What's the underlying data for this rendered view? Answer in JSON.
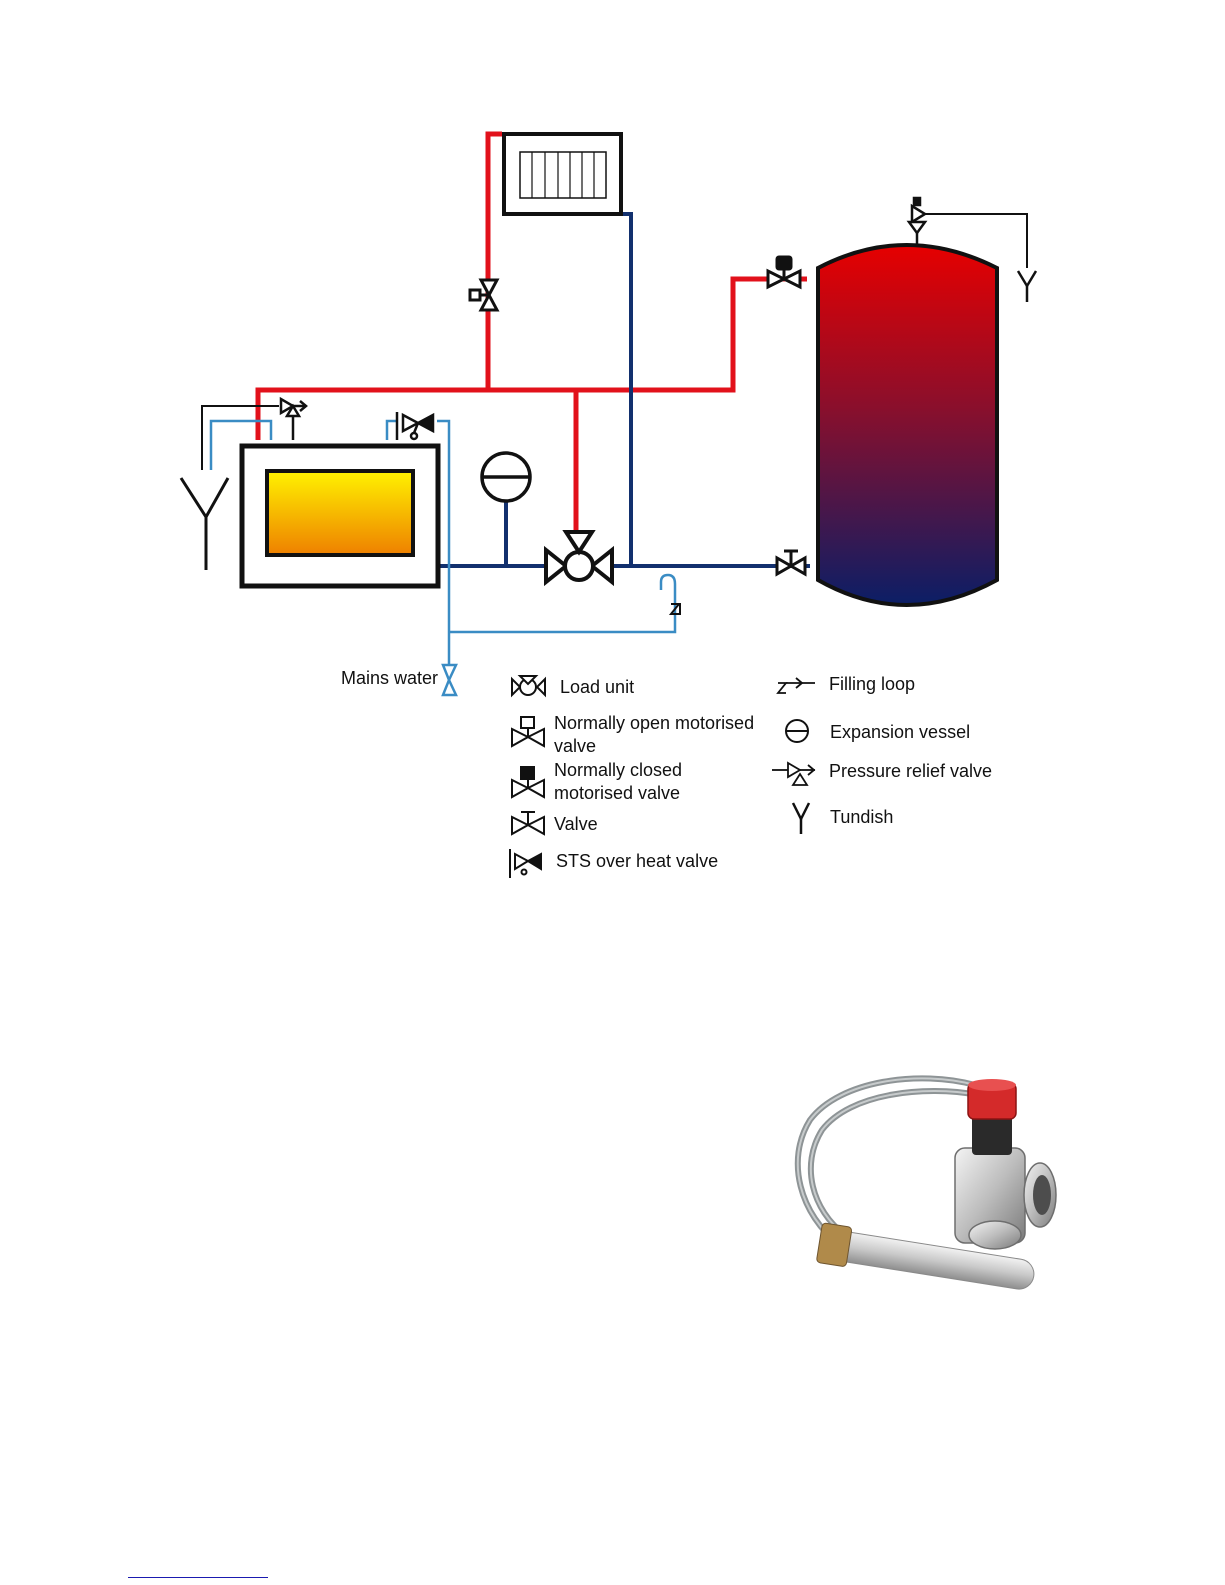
{
  "diagram": {
    "mains_water_label": "Mains water",
    "colors": {
      "flow": "#e2111b",
      "return": "#12306e",
      "cold": "#3a8cc4",
      "control": "#111111",
      "tank_top": "#e60000",
      "tank_bottom": "#0b1e66",
      "boiler_top": "#fff200",
      "boiler_bottom": "#ee8000"
    }
  },
  "legend": {
    "load_unit": "Load unit",
    "normally_open_line1": "Normally open motorised",
    "normally_open_line2": "valve",
    "normally_closed_line1": "Normally closed",
    "normally_closed_line2": "motorised valve",
    "valve": "Valve",
    "sts": "STS over heat valve",
    "filling_loop": "Filling loop",
    "expansion_vessel": "Expansion vessel",
    "pressure_relief": "Pressure relief valve",
    "tundish": "Tundish"
  },
  "photo": {
    "subject": "STS over heat valve with capillary sensor",
    "cap_color": "#d42a2a"
  }
}
